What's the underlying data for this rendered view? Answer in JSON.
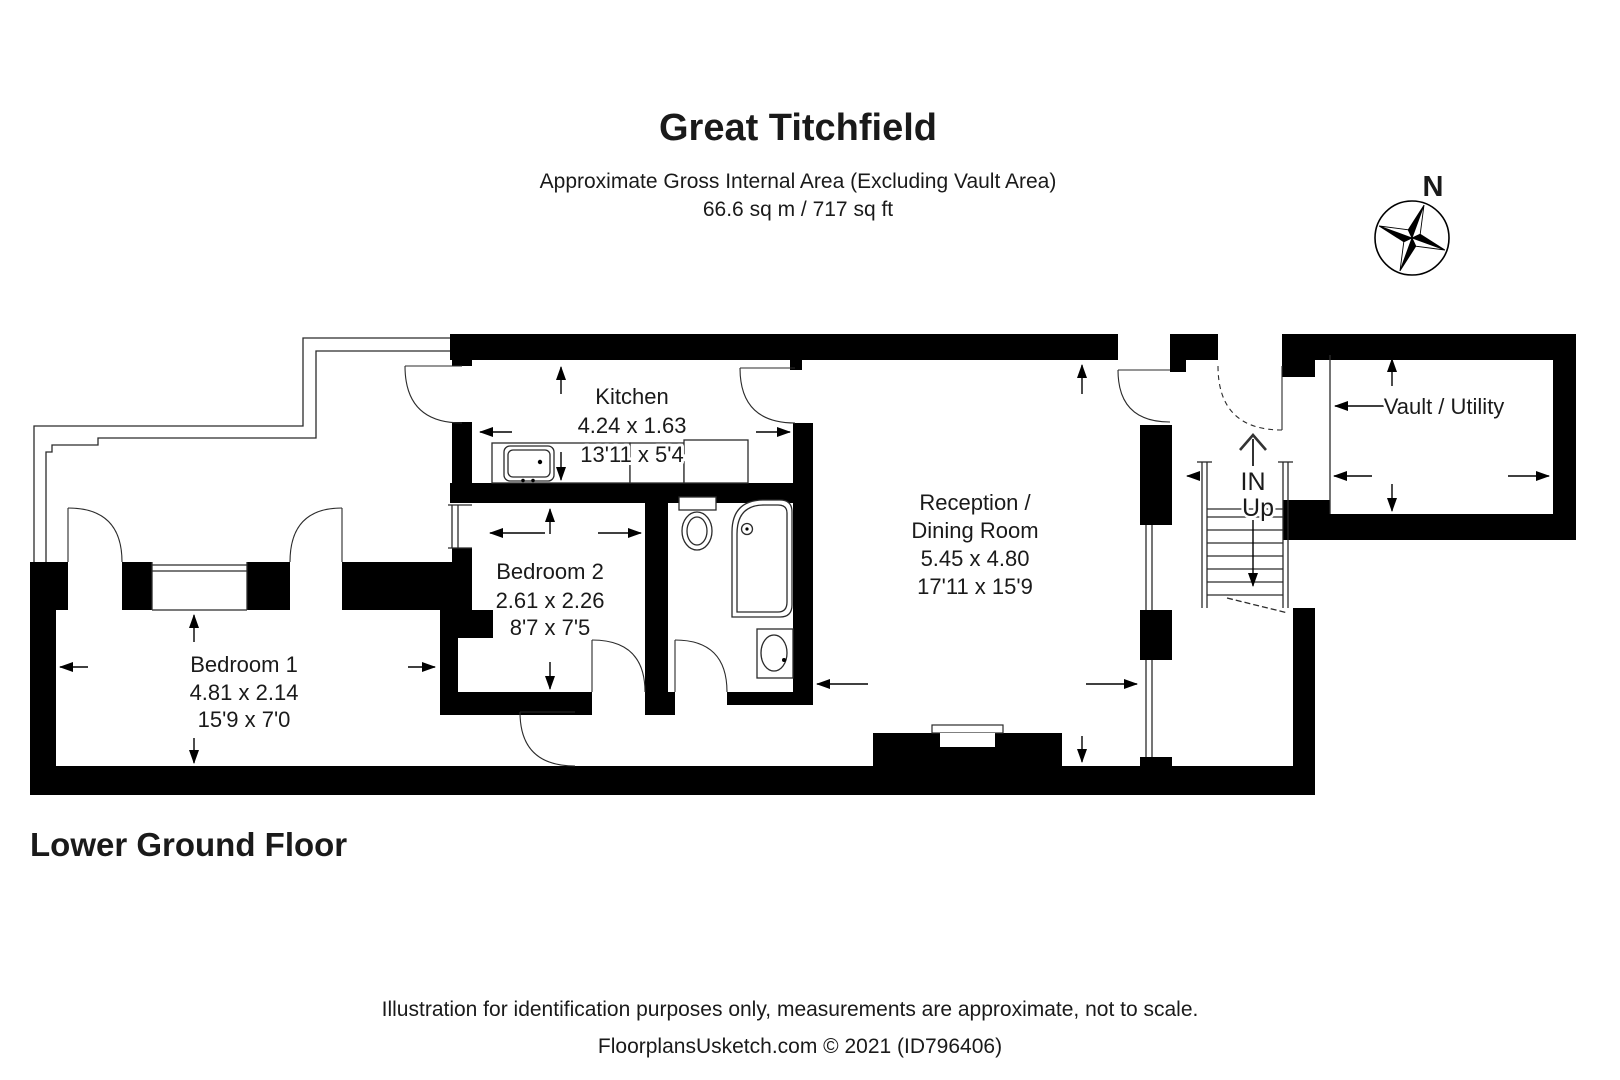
{
  "header": {
    "title": "Great Titchfield",
    "subtitle": "Approximate Gross Internal Area (Excluding Vault Area)",
    "area": "66.6 sq m / 717 sq ft"
  },
  "compass": {
    "label": "N"
  },
  "rooms": {
    "kitchen": {
      "name": "Kitchen",
      "metric": "4.24 x 1.63",
      "imperial": "13'11 x 5'4"
    },
    "bedroom2": {
      "name": "Bedroom 2",
      "metric": "2.61 x 2.26",
      "imperial": "8'7 x 7'5"
    },
    "bedroom1": {
      "name": "Bedroom 1",
      "metric": "4.81 x 2.14",
      "imperial": "15'9 x 7'0"
    },
    "reception": {
      "name_line1": "Reception /",
      "name_line2": "Dining Room",
      "metric": "5.45 x 4.80",
      "imperial": "17'11 x 15'9"
    },
    "vault": {
      "name": "Vault / Utility"
    },
    "stairs": {
      "in_label": "IN",
      "up_label": "Up"
    }
  },
  "floor_label": "Lower Ground Floor",
  "footer": {
    "disclaimer": "Illustration for identification purposes only, measurements are approximate, not to scale.",
    "credit": "FloorplansUsketch.com © 2021 (ID796406)"
  }
}
